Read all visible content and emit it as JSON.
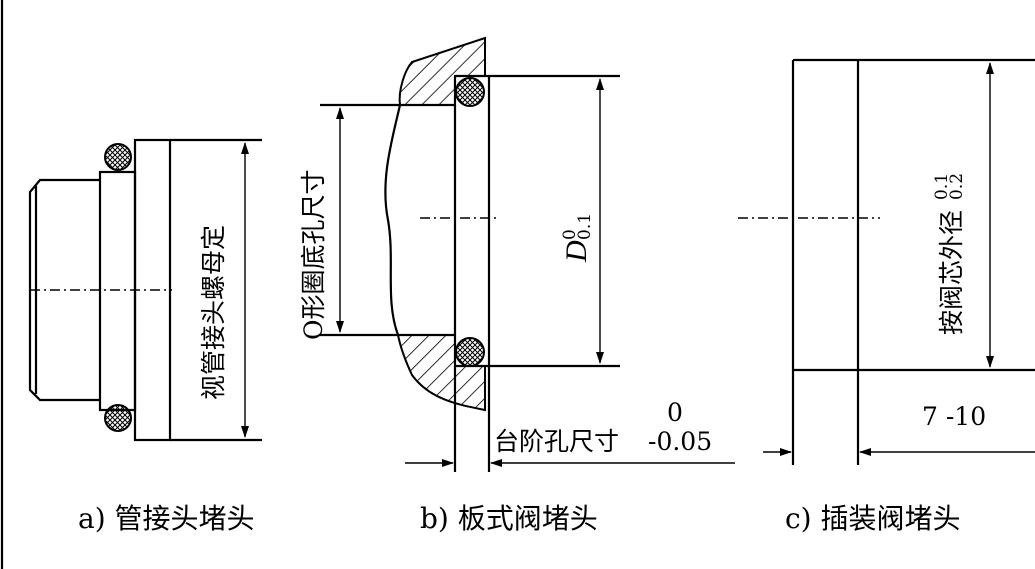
{
  "panel_a": {
    "caption": "a) 管接头堵头",
    "dimension_label": "视管接头螺母定"
  },
  "panel_b": {
    "caption": "b) 板式阀堵头",
    "oring_label": "O形圈底孔尺寸",
    "d_symbol": "D",
    "d_upper": "0",
    "d_lower": "0.1",
    "step_label": "台阶孔尺寸",
    "step_upper": "0",
    "step_lower": "-0.05"
  },
  "panel_c": {
    "caption": "c) 插装阀堵头",
    "dimension_label": "按阀芯外径",
    "dim_upper": "0.1",
    "dim_lower": "0.2",
    "length_label": "7 -10"
  }
}
